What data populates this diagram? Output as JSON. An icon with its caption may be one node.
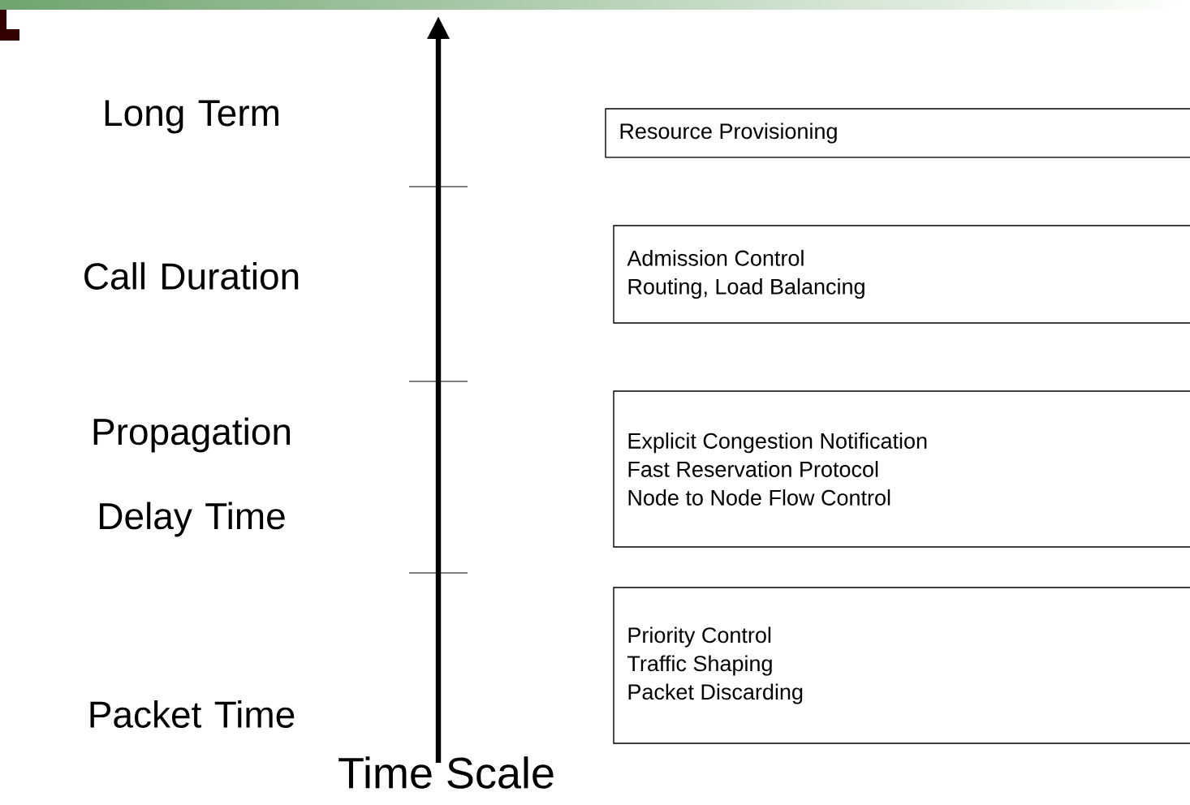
{
  "diagram": {
    "title": "Time Scale",
    "nodes": [
      {
        "text": [
          "Resource Provisioning"
        ]
      },
      {
        "text": [
          "Admission Control",
          "Routing, Load Balancing"
        ]
      },
      {
        "text": [
          "Explicit Congestion Notification",
          "Fast Reservation Protocol",
          "Node to Node Flow Control"
        ]
      },
      {
        "text": [
          "Priority Control",
          "Traffic Shaping",
          "Packet Discarding"
        ]
      }
    ],
    "labels": [
      "Long Term",
      "Call Duration",
      "Propagation Delay Time",
      "Packet Time"
    ]
  }
}
